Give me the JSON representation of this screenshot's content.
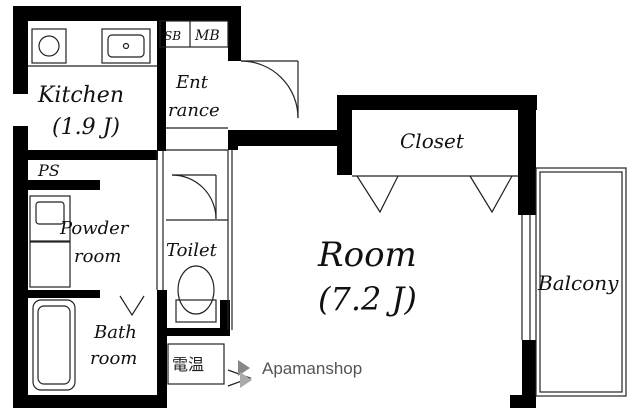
{
  "rooms": {
    "kitchen": {
      "name": "Kitchen",
      "size": "(1.9 J)"
    },
    "entrance": {
      "line1": "Ent",
      "line2": "rance"
    },
    "closet": "Closet",
    "powder": {
      "line1": "Powder",
      "line2": "room"
    },
    "toilet": "Toilet",
    "bath": {
      "line1": "Bath",
      "line2": "room"
    },
    "room": {
      "name": "Room",
      "size": "(7.2 J)"
    },
    "balcony": "Balcony"
  },
  "fixtures": {
    "ps": "PS",
    "sb": "SB",
    "mb": "MB",
    "water_heater": "電温"
  },
  "watermark": "Apamanshop",
  "colors": {
    "wall": "#000000",
    "line": "#222222",
    "text": "#111111",
    "watermark": "#555555"
  }
}
